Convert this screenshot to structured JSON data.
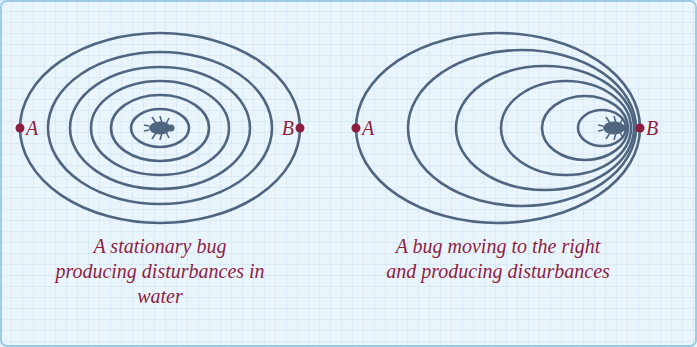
{
  "diagram": {
    "labels": [
      "A",
      "B",
      "A",
      "B",
      "A stationary bug producing disturbances in water",
      "A bug moving to the right and producing disturbances"
    ]
  }
}
